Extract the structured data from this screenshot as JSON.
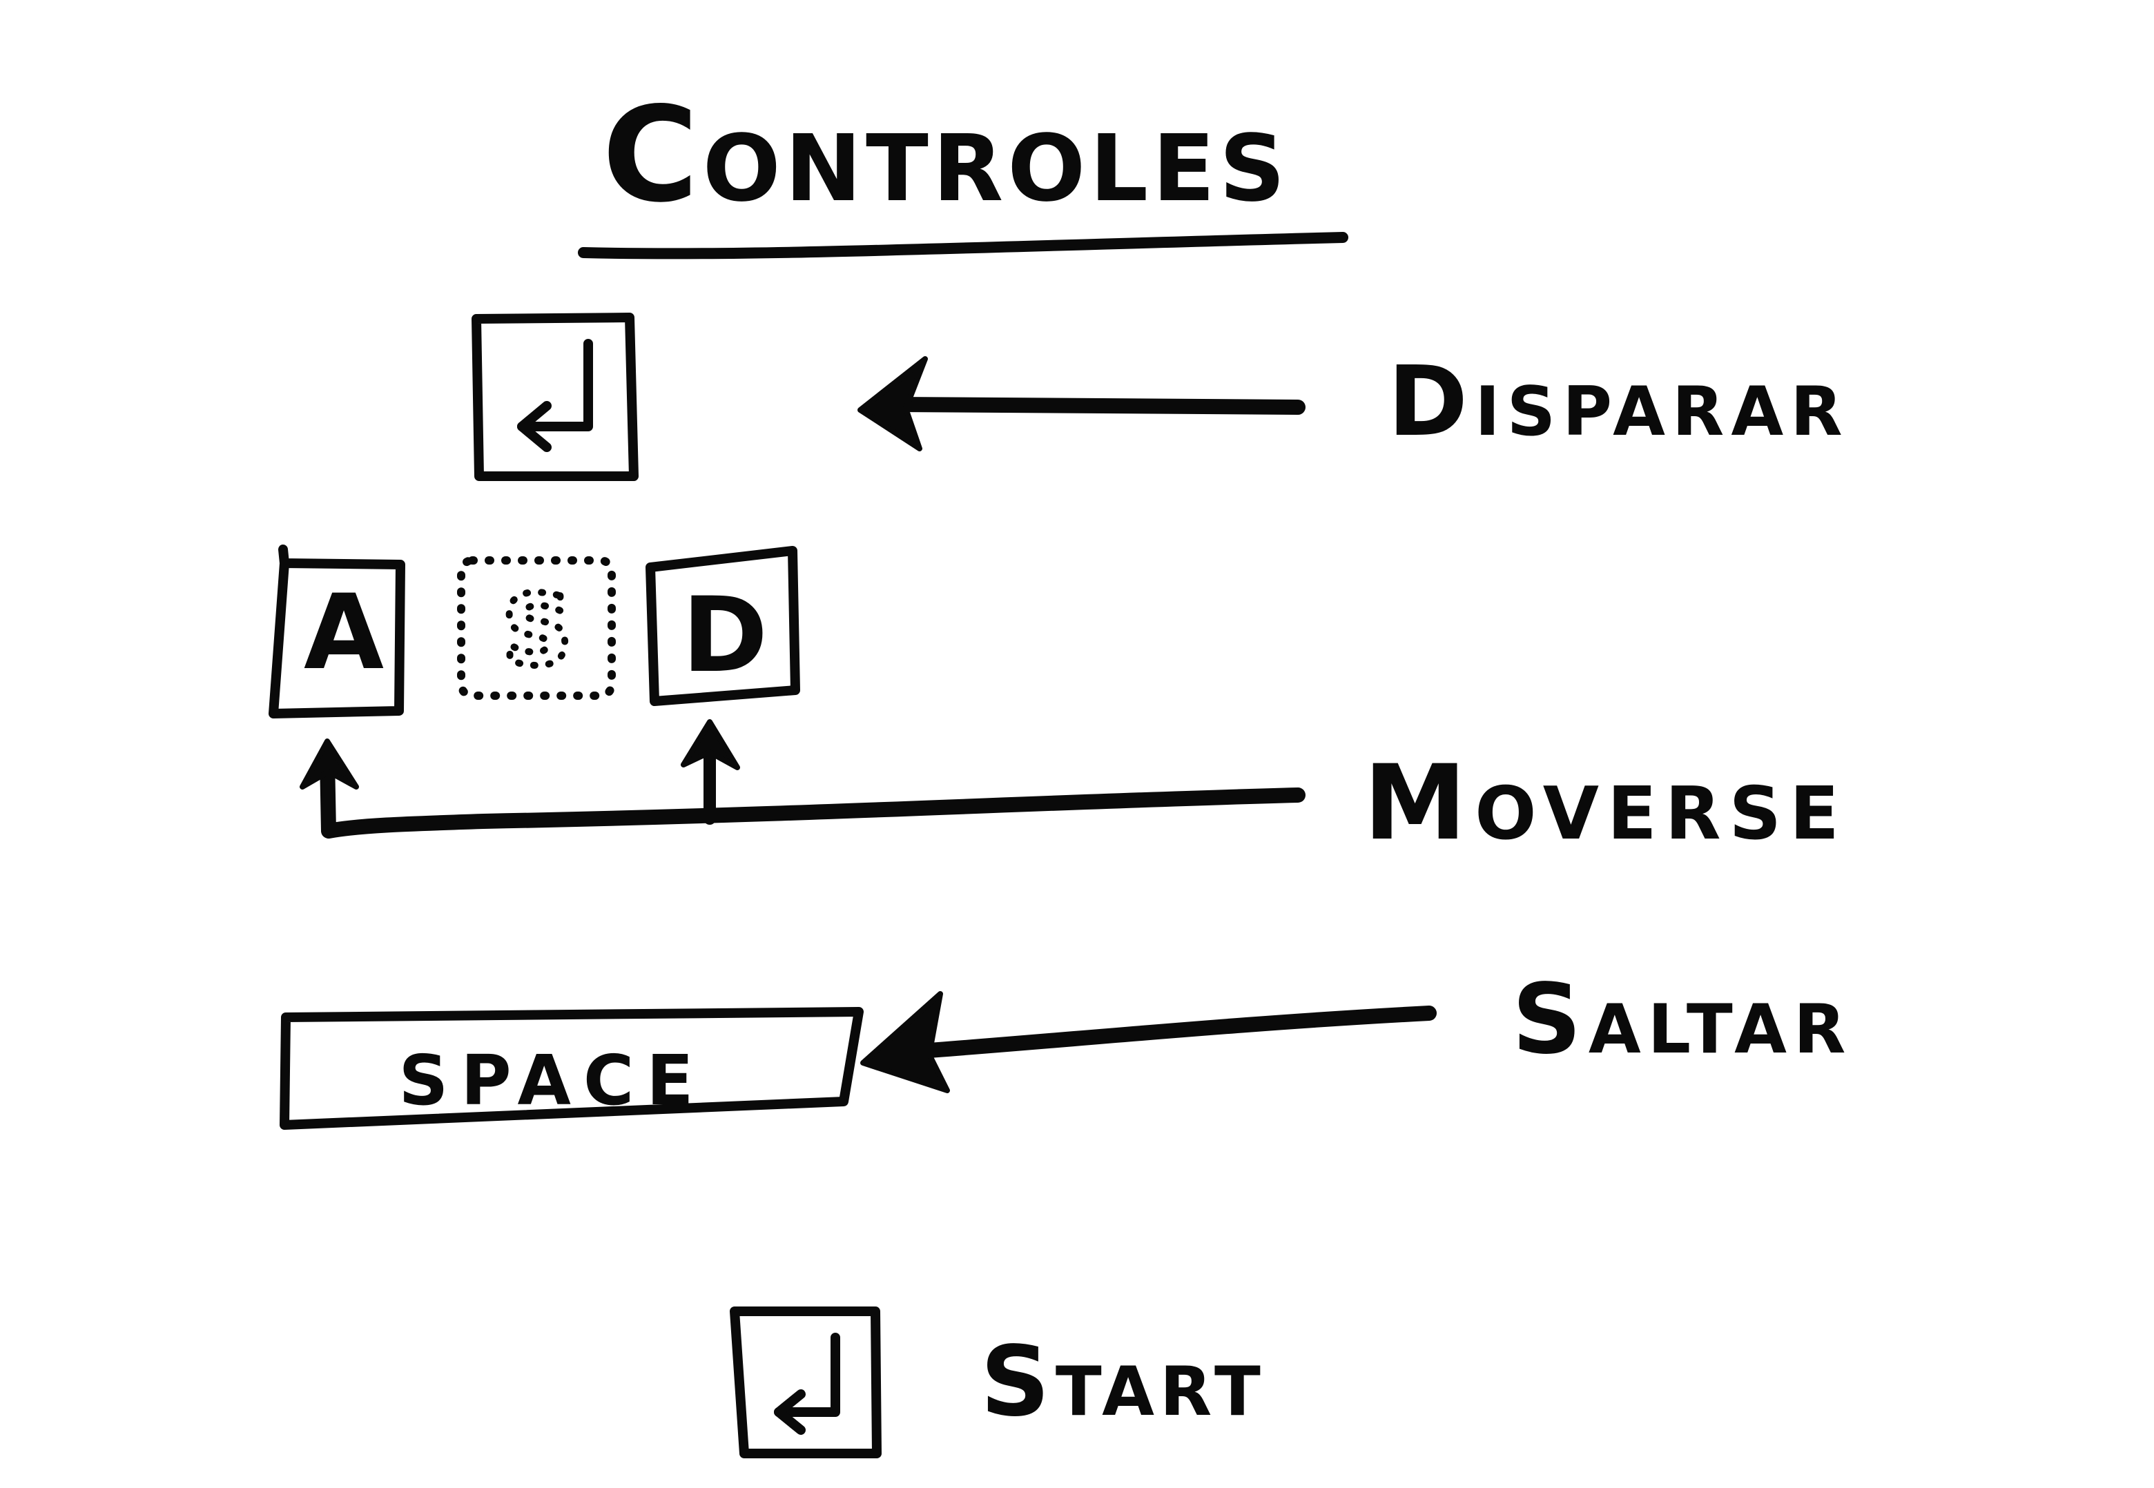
{
  "title": "Controles",
  "controls": [
    {
      "key": "enter",
      "key_label": "",
      "icon": "enter-key-icon",
      "action": "Disparar"
    },
    {
      "key": "A",
      "key_label": "A",
      "action": "Moverse"
    },
    {
      "key": "S",
      "key_label": "S",
      "disabled": true
    },
    {
      "key": "D",
      "key_label": "D",
      "action": "Moverse"
    },
    {
      "key": "space",
      "key_label": "SPACE",
      "action": "Saltar"
    }
  ],
  "start": {
    "icon": "enter-key-icon",
    "label": "Start"
  },
  "colors": {
    "background": "#ffffff",
    "ink": "#0a0a0a"
  }
}
